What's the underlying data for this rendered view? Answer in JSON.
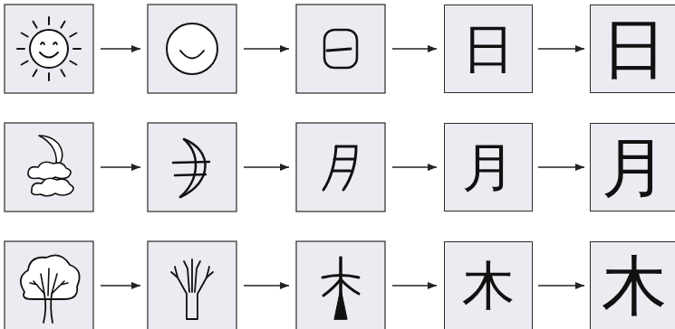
{
  "diagram": {
    "nodes": [
      {
        "text": [
          "日"
        ]
      },
      {
        "text": [
          "日"
        ]
      },
      {
        "text": [
          "月"
        ]
      },
      {
        "text": [
          "月"
        ]
      },
      {
        "text": [
          "木"
        ]
      },
      {
        "text": [
          "木"
        ]
      }
    ],
    "edges": [
      {
        "from": 0,
        "to": 1,
        "arrow": "to"
      },
      {
        "from": 2,
        "to": 3,
        "arrow": "to"
      },
      {
        "from": 4,
        "to": 5,
        "arrow": "to"
      }
    ]
  }
}
